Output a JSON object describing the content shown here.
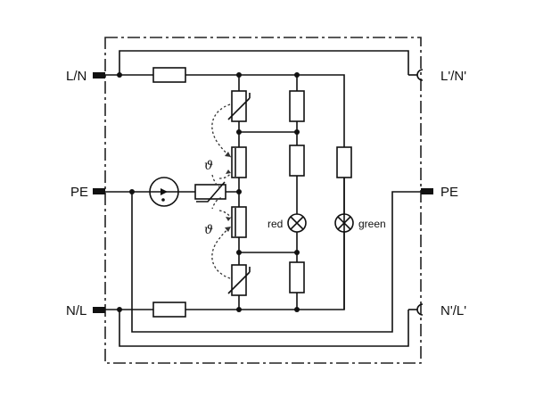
{
  "terminals": {
    "ln": "L/N",
    "pe_left": "PE",
    "nl": "N/L",
    "ln_out": "L'/N'",
    "pe_right": "PE",
    "nl_out": "N'/L'"
  },
  "indicators": {
    "red": "red",
    "green": "green"
  },
  "thermal": {
    "top": "ϑ",
    "bottom": "ϑ"
  }
}
